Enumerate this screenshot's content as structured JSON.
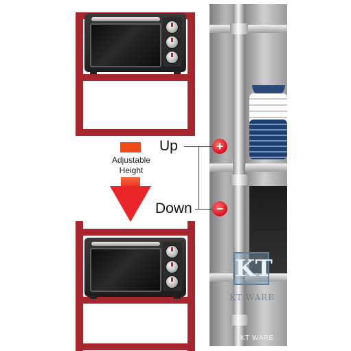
{
  "labels": {
    "adjustable": "Adjustable",
    "height": "Height",
    "up": "Up",
    "down": "Down",
    "plus": "+",
    "minus": "−",
    "logo_mark": "KT",
    "logo_text": "KT WARE",
    "brand": "KT WARE"
  },
  "colors": {
    "frame_red": "#a5262c",
    "arrow_red": "#e8262a",
    "marker_orange": "#ee4a1a",
    "bubble_red": "#d4101a"
  },
  "icons": {
    "up": "plus-circle-icon",
    "down": "minus-circle-icon",
    "arrow": "down-arrow-icon"
  }
}
